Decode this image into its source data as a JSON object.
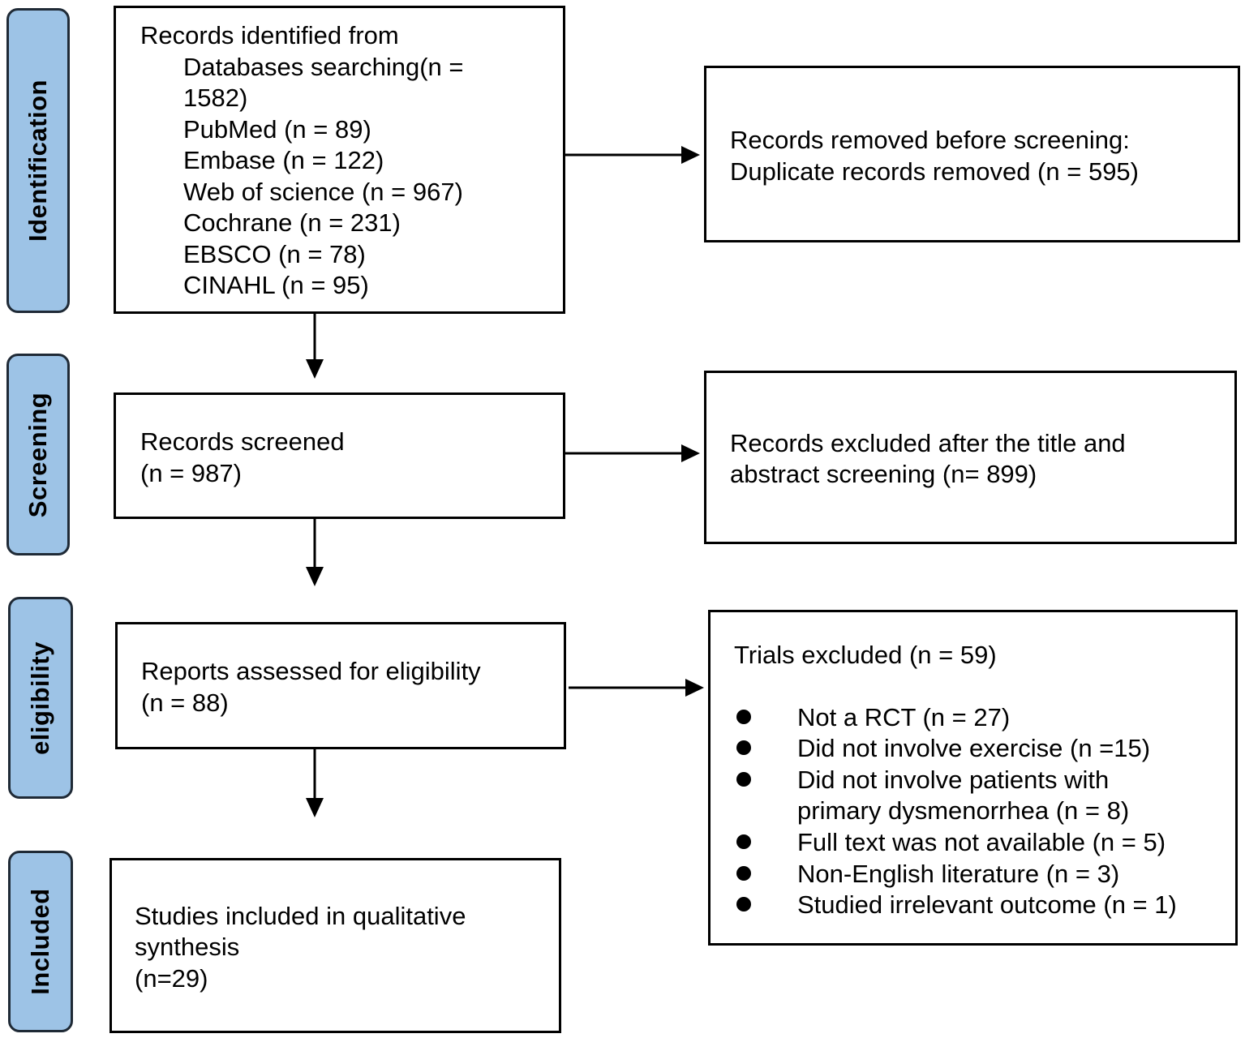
{
  "stages": {
    "identification": "Identification",
    "screening": "Screening",
    "eligibility": "eligibility",
    "included": "Included"
  },
  "identification_box": {
    "title": "Records identified from",
    "databases_line1": "Databases searching(n =",
    "databases_line2": "1582)",
    "sources": [
      "PubMed (n = 89)",
      "Embase (n = 122)",
      "Web of science (n = 967)",
      "Cochrane (n = 231)",
      "EBSCO (n = 78)",
      "CINAHL (n = 95)"
    ]
  },
  "removed_box": {
    "line1": "Records removed before screening:",
    "line2": "Duplicate records removed (n = 595)"
  },
  "screened_box": {
    "line1": "Records screened",
    "line2": "(n = 987)"
  },
  "excluded_title_box": {
    "line1": "Records excluded after the title and",
    "line2": "abstract screening (n= 899)"
  },
  "eligibility_box": {
    "line1": "Reports assessed for eligibility",
    "line2": "(n = 88)"
  },
  "trials_excluded_box": {
    "title": "Trials excluded (n = 59)",
    "reasons": [
      "Not a RCT (n = 27)",
      "Did not involve exercise (n =15)",
      "Did not involve patients with",
      "primary dysmenorrhea (n = 8)",
      "Full text was not available (n = 5)",
      "Non-English literature (n = 3)",
      "Studied irrelevant outcome (n = 1)"
    ]
  },
  "included_box": {
    "line1": "Studies included in qualitative",
    "line2": "synthesis",
    "line3": "(n=29)"
  }
}
